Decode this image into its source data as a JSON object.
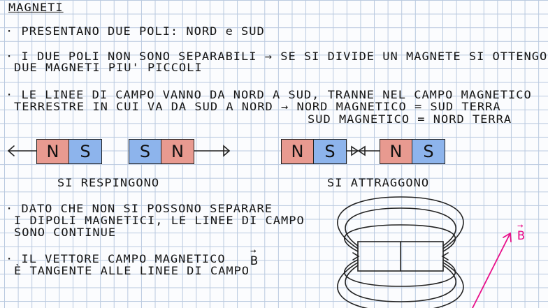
{
  "title": "MAGNETI",
  "bullets": [
    "· PRESENTANO DUE POLI: NORD e SUD",
    "· I DUE POLI NON SONO SEPARABILI → SE SI DIVIDE UN MAGNETE SI OTTENGONO",
    "DUE MAGNETI PIU' PICCOLI",
    "· LE LINEE DI CAMPO VANNO DA NORD A SUD, TRANNE NEL CAMPO MAGNETICO",
    "TERRESTRE IN CUI VA DA SUD A NORD → NORD MAGNETICO = SUD TERRA",
    "SUD MAGNETICO = NORD TERRA"
  ],
  "poles": {
    "north": "N",
    "south": "S"
  },
  "labels": {
    "repel": "SI RESPINGONO",
    "attract": "SI ATTRAGGONO"
  },
  "notes": [
    "· DATO CHE NON SI POSSONO SEPARARE",
    "I DIPOLI MAGNETICI, LE LINEE DI CAMPO",
    "SONO CONTINUE",
    "· IL VETTORE CAMPO MAGNETICO",
    "È TANGENTE ALLE LINEE DI CAMPO"
  ],
  "vector_symbol": "B",
  "vector_arrow": "→",
  "colors": {
    "north": "#e89a90",
    "south": "#8db4ec",
    "vector": "#e8108a"
  }
}
